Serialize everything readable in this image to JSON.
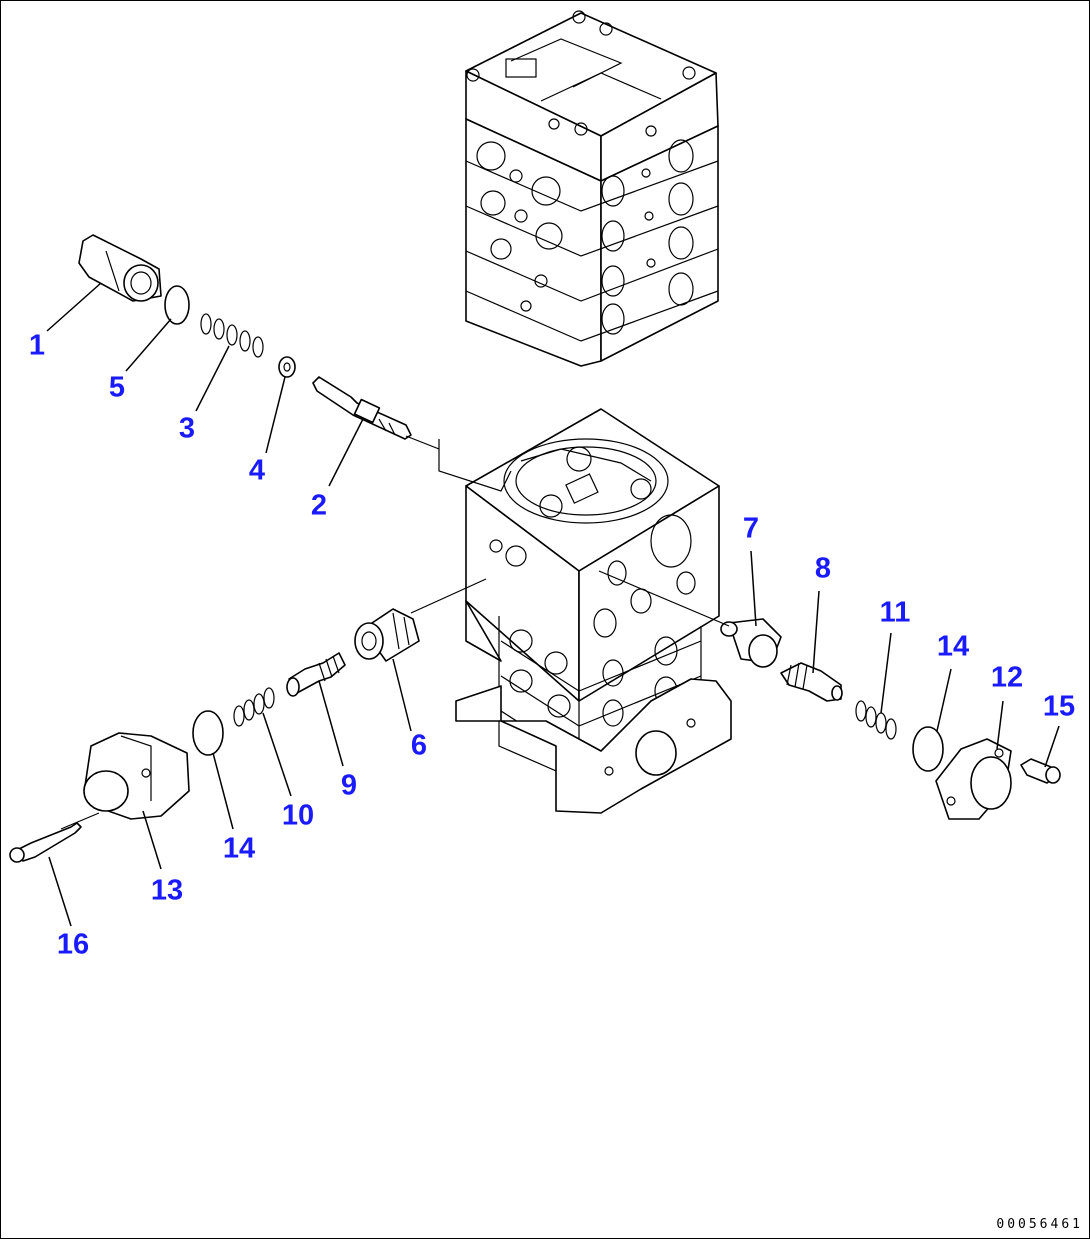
{
  "diagram": {
    "drawing_code": "00056461",
    "callouts": [
      {
        "id": "c1",
        "label": "1"
      },
      {
        "id": "c5",
        "label": "5"
      },
      {
        "id": "c3",
        "label": "3"
      },
      {
        "id": "c4",
        "label": "4"
      },
      {
        "id": "c2",
        "label": "2"
      },
      {
        "id": "c7",
        "label": "7"
      },
      {
        "id": "c8",
        "label": "8"
      },
      {
        "id": "c11",
        "label": "11"
      },
      {
        "id": "c14a",
        "label": "14"
      },
      {
        "id": "c12",
        "label": "12"
      },
      {
        "id": "c15",
        "label": "15"
      },
      {
        "id": "c6",
        "label": "6"
      },
      {
        "id": "c9",
        "label": "9"
      },
      {
        "id": "c10",
        "label": "10"
      },
      {
        "id": "c14b",
        "label": "14"
      },
      {
        "id": "c13",
        "label": "13"
      },
      {
        "id": "c16",
        "label": "16"
      }
    ]
  },
  "colors": {
    "callout": "#1a1aff",
    "line": "#000000",
    "background": "#ffffff"
  }
}
